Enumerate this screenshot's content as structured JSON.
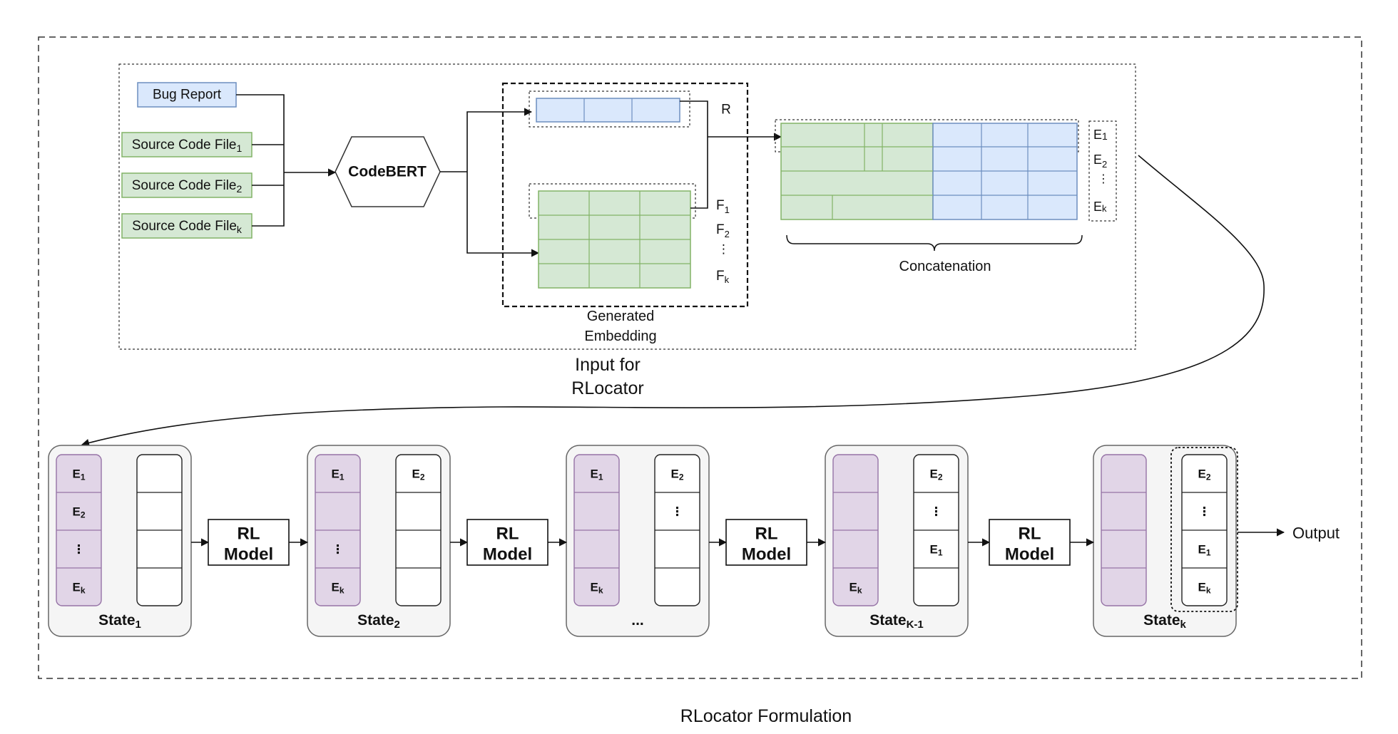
{
  "diagram": {
    "caption": "RLocator Formulation",
    "input_section_label": [
      "Input for",
      "RLocator"
    ],
    "inputs": {
      "bug_report": "Bug Report",
      "source_file_1": {
        "base": "Source Code File",
        "sub": "1"
      },
      "source_file_2": {
        "base": "Source Code File",
        "sub": "2"
      },
      "source_file_k": {
        "base": "Source Code File",
        "sub": "k"
      }
    },
    "encoder": "CodeBERT",
    "embedding_label": [
      "Generated",
      "Embedding"
    ],
    "report_vector_label": "R",
    "file_vector_labels": [
      {
        "base": "F",
        "sub": "1"
      },
      {
        "base": "F",
        "sub": "2"
      },
      {
        "base": "⋮",
        "sub": ""
      },
      {
        "base": "F",
        "sub": "k"
      }
    ],
    "concatenation_label": "Concatenation",
    "concat_labels": [
      {
        "base": "E",
        "sub": "1"
      },
      {
        "base": "E",
        "sub": "2"
      },
      {
        "base": "⋮",
        "sub": ""
      },
      {
        "base": "E",
        "sub": "k"
      }
    ],
    "rl_model_label": [
      "RL",
      "Model"
    ],
    "output_label": "Output",
    "states": [
      {
        "label": {
          "base": "State",
          "sub": "1"
        },
        "left": [
          {
            "base": "E",
            "sub": "1"
          },
          {
            "base": "E",
            "sub": "2"
          },
          {
            "base": "⋮",
            "sub": ""
          },
          {
            "base": "E",
            "sub": "k"
          }
        ],
        "right": [
          {
            "base": "",
            "sub": ""
          },
          {
            "base": "",
            "sub": ""
          },
          {
            "base": "",
            "sub": ""
          },
          {
            "base": "",
            "sub": ""
          }
        ]
      },
      {
        "label": {
          "base": "State",
          "sub": "2"
        },
        "left": [
          {
            "base": "E",
            "sub": "1"
          },
          {
            "base": "",
            "sub": ""
          },
          {
            "base": "⋮",
            "sub": ""
          },
          {
            "base": "E",
            "sub": "k"
          }
        ],
        "right": [
          {
            "base": "E",
            "sub": "2"
          },
          {
            "base": "",
            "sub": ""
          },
          {
            "base": "",
            "sub": ""
          },
          {
            "base": "",
            "sub": ""
          }
        ]
      },
      {
        "label": {
          "base": "...",
          "sub": ""
        },
        "left": [
          {
            "base": "E",
            "sub": "1"
          },
          {
            "base": "",
            "sub": ""
          },
          {
            "base": "",
            "sub": ""
          },
          {
            "base": "E",
            "sub": "k"
          }
        ],
        "right": [
          {
            "base": "E",
            "sub": "2"
          },
          {
            "base": "⋮",
            "sub": ""
          },
          {
            "base": "",
            "sub": ""
          },
          {
            "base": "",
            "sub": ""
          }
        ]
      },
      {
        "label": {
          "base": "State",
          "sub": "K-1"
        },
        "left": [
          {
            "base": "",
            "sub": ""
          },
          {
            "base": "",
            "sub": ""
          },
          {
            "base": "",
            "sub": ""
          },
          {
            "base": "E",
            "sub": "k"
          }
        ],
        "right": [
          {
            "base": "E",
            "sub": "2"
          },
          {
            "base": "⋮",
            "sub": ""
          },
          {
            "base": "E",
            "sub": "1"
          },
          {
            "base": "",
            "sub": ""
          }
        ]
      },
      {
        "label": {
          "base": "State",
          "sub": "k"
        },
        "left": [
          {
            "base": "",
            "sub": ""
          },
          {
            "base": "",
            "sub": ""
          },
          {
            "base": "",
            "sub": ""
          },
          {
            "base": "",
            "sub": ""
          }
        ],
        "right": [
          {
            "base": "E",
            "sub": "2"
          },
          {
            "base": "⋮",
            "sub": ""
          },
          {
            "base": "E",
            "sub": "1"
          },
          {
            "base": "E",
            "sub": "k"
          }
        ]
      }
    ],
    "colors": {
      "blue_fill": "#dae8fc",
      "blue_stroke": "#6c8ebf",
      "green_fill": "#d5e8d4",
      "green_stroke": "#82b366",
      "purple_fill": "#e1d5e7",
      "purple_stroke": "#9673a6",
      "state_fill": "#f5f5f5",
      "state_stroke": "#666666"
    }
  }
}
